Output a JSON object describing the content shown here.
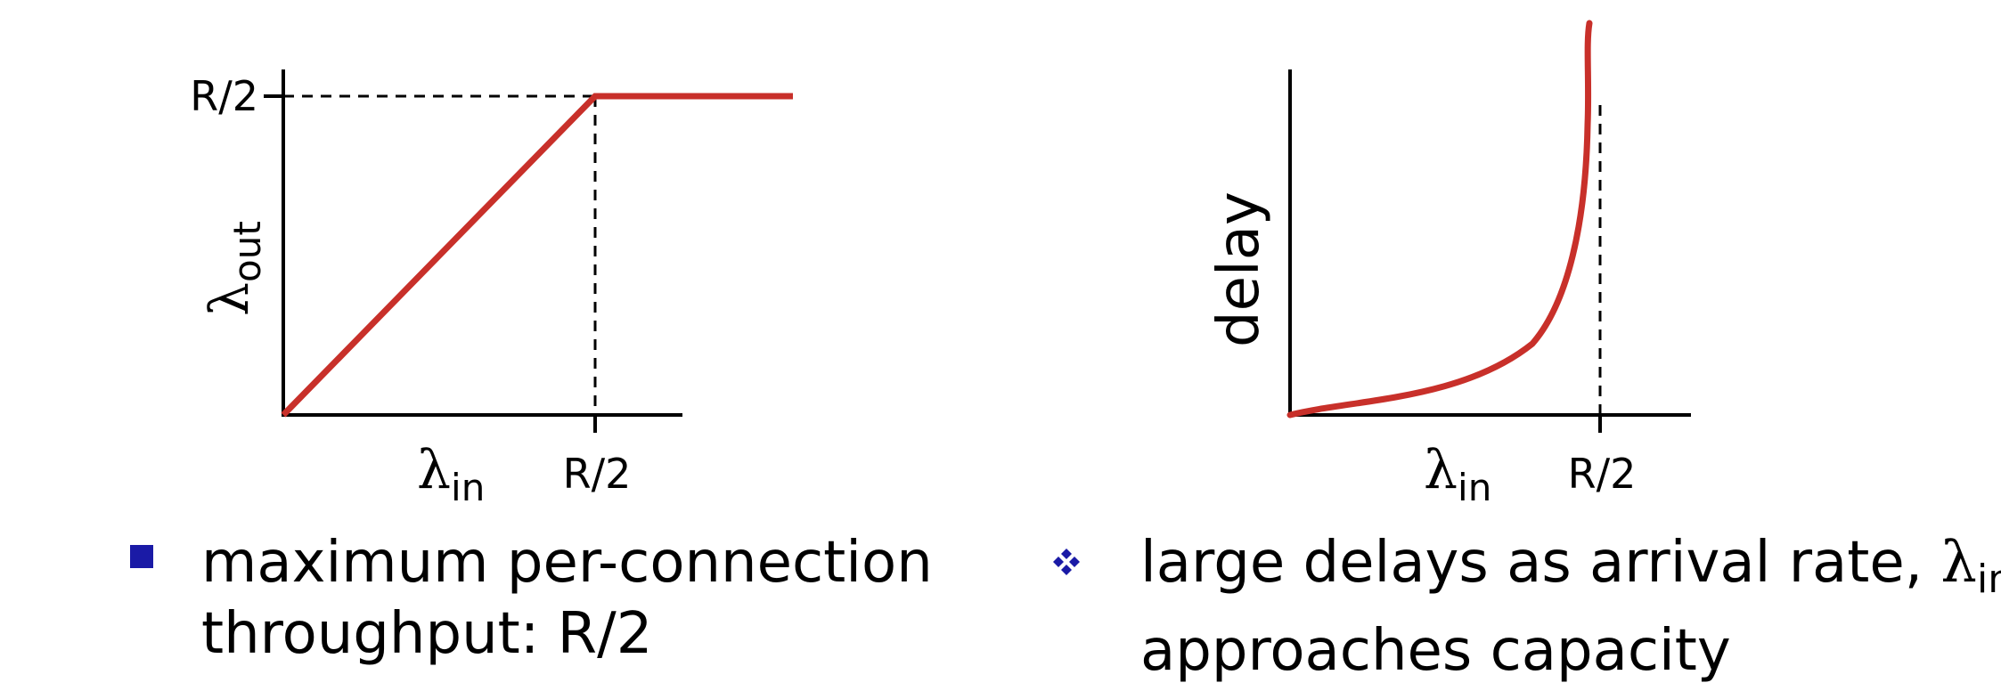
{
  "left_plot": {
    "y_axis_label": "λ",
    "y_axis_label_sub": "out",
    "x_axis_label": "λ",
    "x_axis_label_sub": "in",
    "y_tick": "R/2",
    "x_tick": "R/2",
    "curve_color": "#c8302a"
  },
  "right_plot": {
    "y_axis_label": "delay",
    "x_axis_label": "λ",
    "x_axis_label_sub": "in",
    "x_tick": "R/2",
    "curve_color": "#c8302a"
  },
  "bullets": {
    "left": {
      "marker_color": "#1a1aa6",
      "line1": "maximum per-connection",
      "line2": "throughput: R/2"
    },
    "right": {
      "marker_color": "#1a1aa6",
      "line1_text": "large delays as arrival rate, ",
      "line1_lambda": "λ",
      "line1_sub": "in",
      "line1_end": ",",
      "line2": "approaches capacity"
    }
  }
}
